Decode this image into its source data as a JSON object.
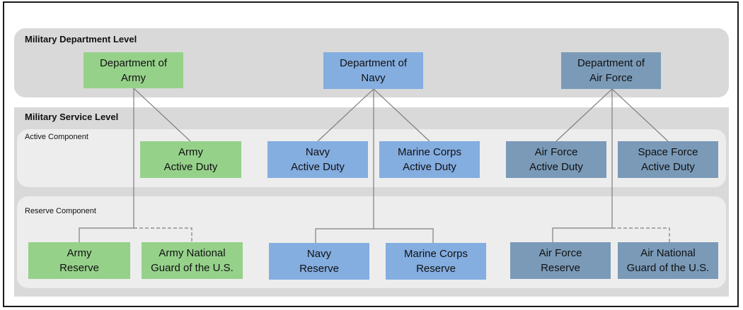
{
  "levels": {
    "department": "Military Department Level",
    "service": "Military Service Level",
    "active": "Active Component",
    "reserve": "Reserve Component"
  },
  "colors": {
    "army": "#96d18a",
    "navy": "#84ade0",
    "air_force": "#7a9ab8",
    "band": "#d9d9d9",
    "sub_band": "#ededed",
    "connector": "#7f7f7f"
  },
  "departments": {
    "army": "Department of\nArmy",
    "navy": "Department of\nNavy",
    "air_force": "Department of\nAir Force"
  },
  "active": {
    "army": "Army\nActive Duty",
    "navy": "Navy\nActive Duty",
    "marine": "Marine Corps\nActive Duty",
    "air_force": "Air Force\nActive Duty",
    "space_force": "Space Force\nActive Duty"
  },
  "reserve": {
    "army": "Army\nReserve",
    "army_guard": "Army National\nGuard of the U.S.",
    "navy": "Navy\nReserve",
    "marine": "Marine Corps\nReserve",
    "air_force": "Air Force\nReserve",
    "air_guard": "Air National\nGuard of the U.S."
  },
  "connections": [
    {
      "from": "department-army",
      "to": "active-army",
      "style": "solid"
    },
    {
      "from": "department-army",
      "to": "reserve-army",
      "style": "solid"
    },
    {
      "from": "department-army",
      "to": "reserve-army-guard",
      "style": "dashed"
    },
    {
      "from": "department-navy",
      "to": "active-navy",
      "style": "solid"
    },
    {
      "from": "department-navy",
      "to": "active-marine",
      "style": "solid"
    },
    {
      "from": "department-navy",
      "to": "reserve-navy",
      "style": "solid"
    },
    {
      "from": "department-navy",
      "to": "reserve-marine",
      "style": "solid"
    },
    {
      "from": "department-air-force",
      "to": "active-air-force",
      "style": "solid"
    },
    {
      "from": "department-air-force",
      "to": "active-space-force",
      "style": "solid"
    },
    {
      "from": "department-air-force",
      "to": "reserve-air-force",
      "style": "solid"
    },
    {
      "from": "department-air-force",
      "to": "reserve-air-guard",
      "style": "dashed"
    }
  ]
}
